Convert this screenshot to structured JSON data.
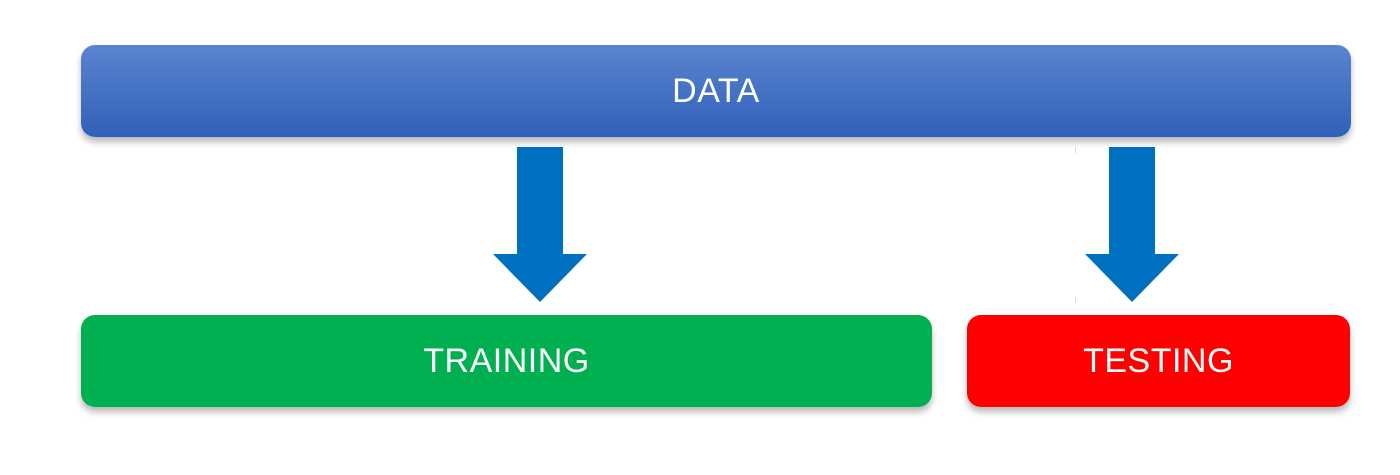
{
  "boxes": {
    "data": {
      "label": "DATA",
      "color_top": "#5b84cf",
      "color_bottom": "#2f60b9"
    },
    "training": {
      "label": "TRAINING",
      "color": "#00b050"
    },
    "testing": {
      "label": "TESTING",
      "color": "#ff0000"
    }
  },
  "arrows": {
    "color": "#0070c0"
  }
}
